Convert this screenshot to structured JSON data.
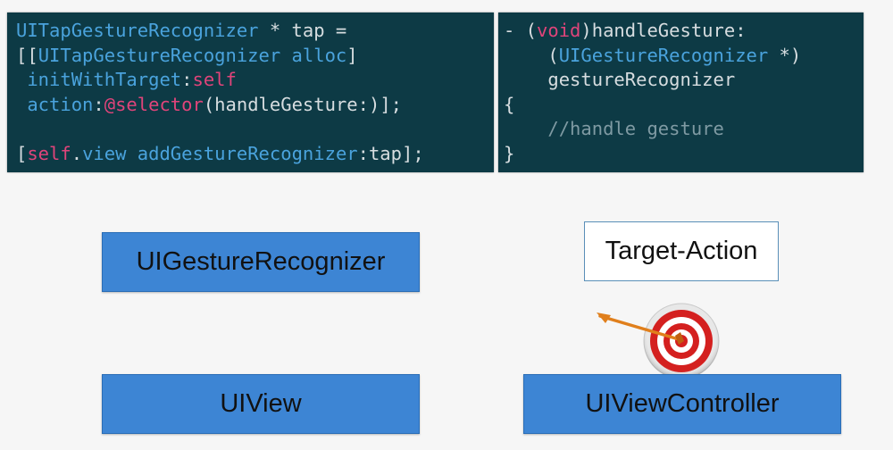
{
  "code_left": {
    "lines": [
      [
        {
          "t": "cls",
          "v": "UITapGestureRecognizer"
        },
        {
          "t": "pl",
          "v": " * tap ="
        }
      ],
      [
        {
          "t": "pl",
          "v": "[["
        },
        {
          "t": "cls",
          "v": "UITapGestureRecognizer alloc"
        },
        {
          "t": "pl",
          "v": "]"
        }
      ],
      [
        {
          "t": "pl",
          "v": " "
        },
        {
          "t": "cls",
          "v": "initWithTarget"
        },
        {
          "t": "pl",
          "v": ":"
        },
        {
          "t": "kw",
          "v": "self"
        }
      ],
      [
        {
          "t": "pl",
          "v": " "
        },
        {
          "t": "cls",
          "v": "action"
        },
        {
          "t": "pl",
          "v": ":"
        },
        {
          "t": "kw",
          "v": "@selector"
        },
        {
          "t": "pl",
          "v": "(handleGesture:)];"
        }
      ],
      [],
      [
        {
          "t": "pl",
          "v": "["
        },
        {
          "t": "kw",
          "v": "self"
        },
        {
          "t": "pl",
          "v": "."
        },
        {
          "t": "cls",
          "v": "view"
        },
        {
          "t": "pl",
          "v": " "
        },
        {
          "t": "cls",
          "v": "addGestureRecognizer"
        },
        {
          "t": "pl",
          "v": ":tap];"
        }
      ]
    ]
  },
  "code_right": {
    "lines": [
      [
        {
          "t": "pl",
          "v": "- ("
        },
        {
          "t": "kw",
          "v": "void"
        },
        {
          "t": "pl",
          "v": ")handleGesture:"
        }
      ],
      [
        {
          "t": "pl",
          "v": "    ("
        },
        {
          "t": "cls",
          "v": "UIGestureRecognizer"
        },
        {
          "t": "pl",
          "v": " *)"
        }
      ],
      [
        {
          "t": "pl",
          "v": "    gestureRecognizer"
        }
      ],
      [
        {
          "t": "pl",
          "v": "{"
        }
      ],
      [
        {
          "t": "cm",
          "v": "    //handle gesture"
        }
      ],
      [
        {
          "t": "pl",
          "v": "}"
        }
      ]
    ]
  },
  "diagram": {
    "gesture_recognizer_label": "UIGestureRecognizer",
    "view_label": "UIView",
    "view_controller_label": "UIViewController",
    "target_action_label": "Target-Action",
    "icon": "target-with-arrow-icon",
    "colors": {
      "box_blue": "#3d85d4",
      "code_bg": "#0d3a45",
      "target_red": "#d4201f",
      "arrow_orange": "#e07f1c"
    }
  }
}
